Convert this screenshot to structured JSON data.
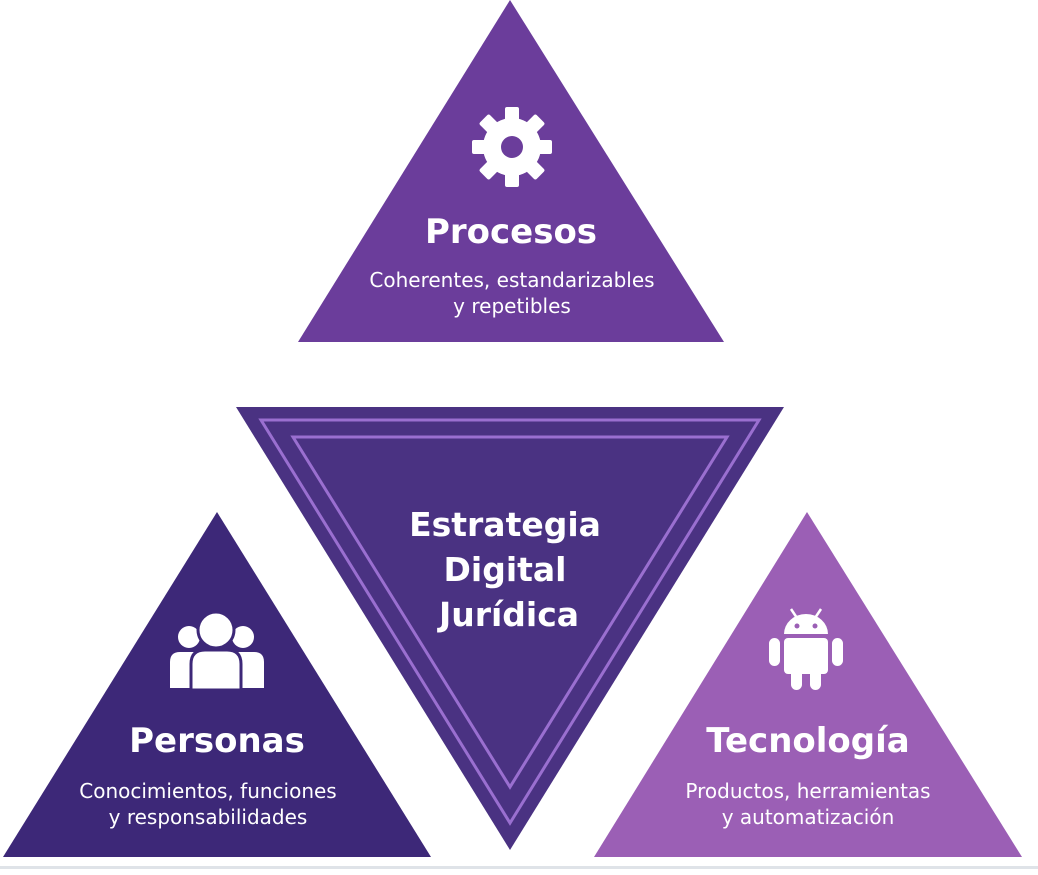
{
  "center": {
    "lines": [
      "Estrategia",
      "Digital",
      "Jurídica"
    ]
  },
  "procesos": {
    "title": "Procesos",
    "sub_line1": "Coherentes, estandarizables",
    "sub_line2": "y repetibles",
    "icon": "gear-icon"
  },
  "personas": {
    "title": "Personas",
    "sub_line1": "Conocimientos, funciones",
    "sub_line2": "y responsabilidades",
    "icon": "people-group-icon"
  },
  "tecnologia": {
    "title": "Tecnología",
    "sub_line1": "Productos, herramientas",
    "sub_line2": "y automatización",
    "icon": "android-robot-icon"
  },
  "colors": {
    "procesos": "#6b3d9b",
    "personas": "#3d2878",
    "tecnologia": "#9b5fb5",
    "center": "#4a3282",
    "center_stroke": "#9a6fd0"
  }
}
